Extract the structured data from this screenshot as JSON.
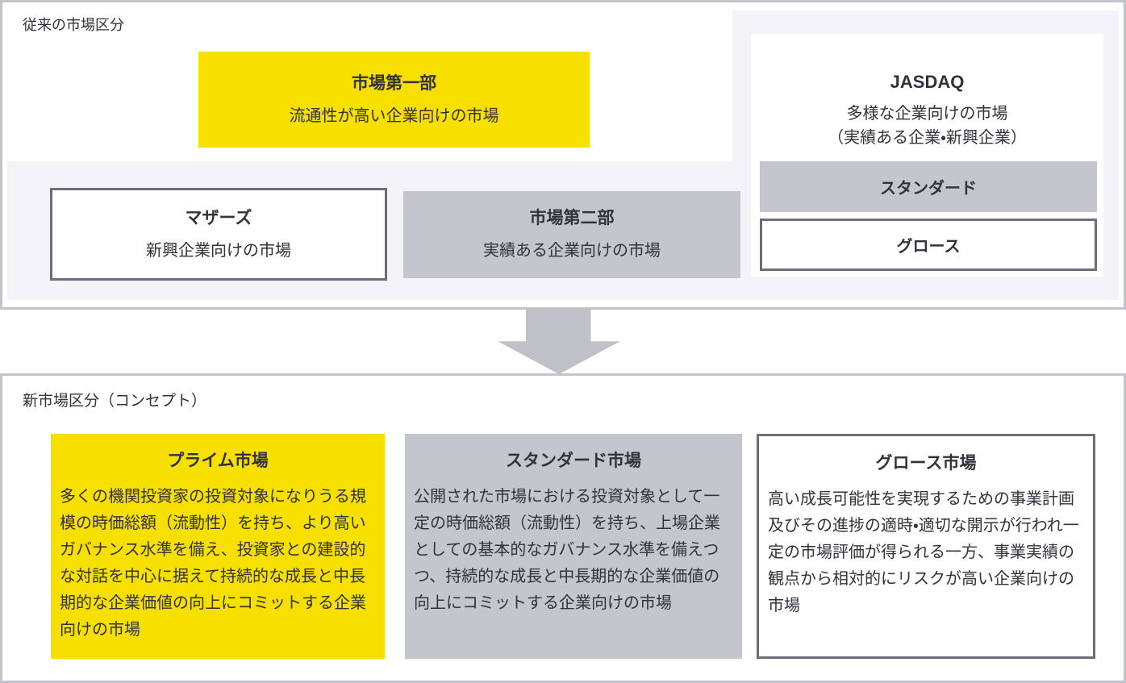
{
  "colors": {
    "accent_yellow": "#F7DF00",
    "gray_box": "#C5C5CE",
    "panel_light_gray": "#F4F4F8",
    "dark_box_border": "#6E6E7A",
    "panel_border": "#C3C3CB",
    "arrow_gray": "#C0C0C8",
    "text": "#32323C"
  },
  "old_section": {
    "title": "従来の市場区分",
    "first_section": {
      "name": "市場第一部",
      "desc": "流通性が高い企業向けの市場"
    },
    "mothers": {
      "name": "マザーズ",
      "desc": "新興企業向けの市場"
    },
    "second_section": {
      "name": "市場第二部",
      "desc": "実績ある企業向けの市場"
    },
    "jasdaq": {
      "name": "JASDAQ",
      "desc_line1": "多様な企業向けの市場",
      "desc_line2": "（実績ある企業・新興企業）",
      "standard": "スタンダード",
      "growth": "グロース"
    }
  },
  "new_section": {
    "title": "新市場区分（コンセプト）",
    "markets": [
      {
        "name": "プライム市場",
        "desc": "多くの機関投資家の投資対象になりうる規模の時価総額（流動性）を持ち、より高いガバナンス水準を備え、投資家との建設的な対話を中心に据えて持続的な成長と中長期的な企業価値の向上にコミットする企業向けの市場"
      },
      {
        "name": "スタンダード市場",
        "desc": "公開された市場における投資対象として一定の時価総額（流動性）を持ち、上場企業としての基本的なガバナンス水準を備えつつ、持続的な成長と中長期的な企業価値の向上にコミットする企業向けの市場"
      },
      {
        "name": "グロース市場",
        "desc": "高い成長可能性を実現するための事業計画及びその進捗の適時・適切な開示が行われ一定の市場評価が得られる一方、事業実績の観点から相対的にリスクが高い企業向けの市場"
      }
    ]
  }
}
